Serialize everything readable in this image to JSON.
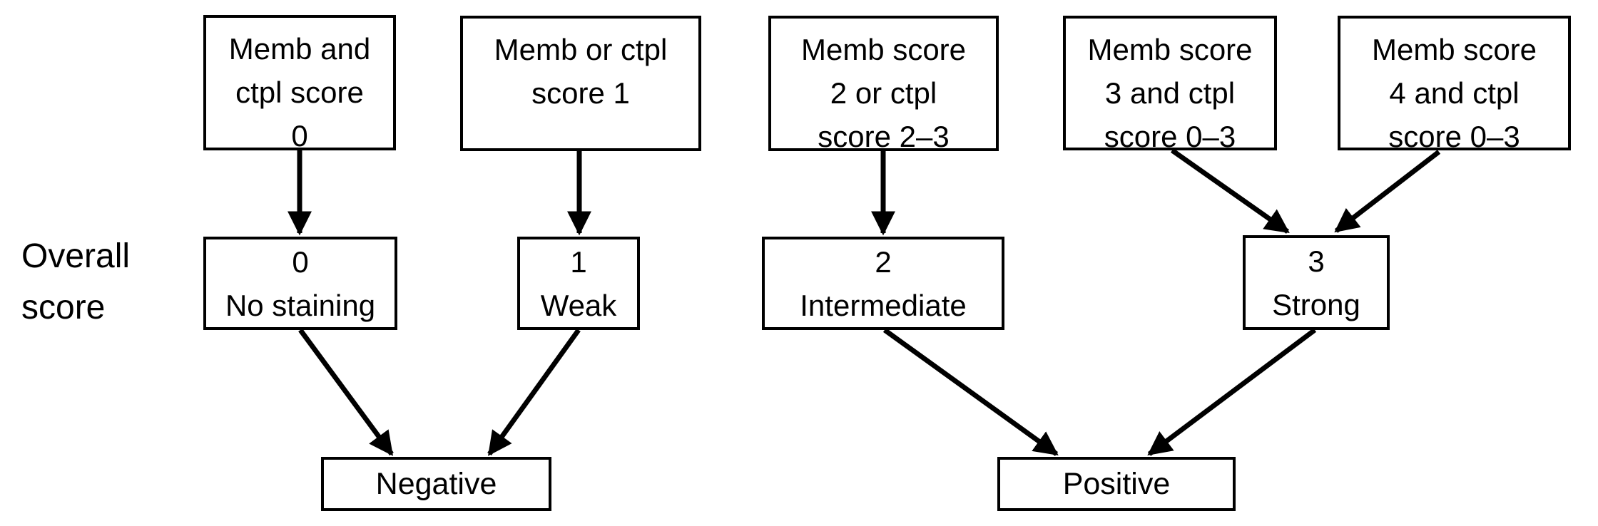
{
  "colors": {
    "ink": "#000000",
    "background": "#ffffff"
  },
  "row_label": {
    "lines": [
      "Overall",
      "score"
    ]
  },
  "criteria_boxes": [
    {
      "id": "criteria-0",
      "lines": [
        "Memb and",
        "ctpl score",
        "0"
      ]
    },
    {
      "id": "criteria-1",
      "lines": [
        "Memb or ctpl",
        "score 1"
      ]
    },
    {
      "id": "criteria-2",
      "lines": [
        "Memb score",
        "2 or ctpl",
        "score 2–3"
      ]
    },
    {
      "id": "criteria-3",
      "lines": [
        "Memb score",
        "3 and ctpl",
        "score 0–3"
      ]
    },
    {
      "id": "criteria-4",
      "lines": [
        "Memb score",
        "4 and ctpl",
        "score 0–3"
      ]
    }
  ],
  "score_boxes": [
    {
      "id": "score-0",
      "value": "0",
      "label": "No staining"
    },
    {
      "id": "score-1",
      "value": "1",
      "label": "Weak"
    },
    {
      "id": "score-2",
      "value": "2",
      "label": "Intermediate"
    },
    {
      "id": "score-3",
      "value": "3",
      "label": "Strong"
    }
  ],
  "result_boxes": [
    {
      "id": "result-negative",
      "label": "Negative"
    },
    {
      "id": "result-positive",
      "label": "Positive"
    }
  ],
  "edges": [
    {
      "from": "criteria-0",
      "to": "score-0"
    },
    {
      "from": "criteria-1",
      "to": "score-1"
    },
    {
      "from": "criteria-2",
      "to": "score-2"
    },
    {
      "from": "criteria-3",
      "to": "score-3"
    },
    {
      "from": "criteria-4",
      "to": "score-3"
    },
    {
      "from": "score-0",
      "to": "result-negative"
    },
    {
      "from": "score-1",
      "to": "result-negative"
    },
    {
      "from": "score-2",
      "to": "result-positive"
    },
    {
      "from": "score-3",
      "to": "result-positive"
    }
  ]
}
